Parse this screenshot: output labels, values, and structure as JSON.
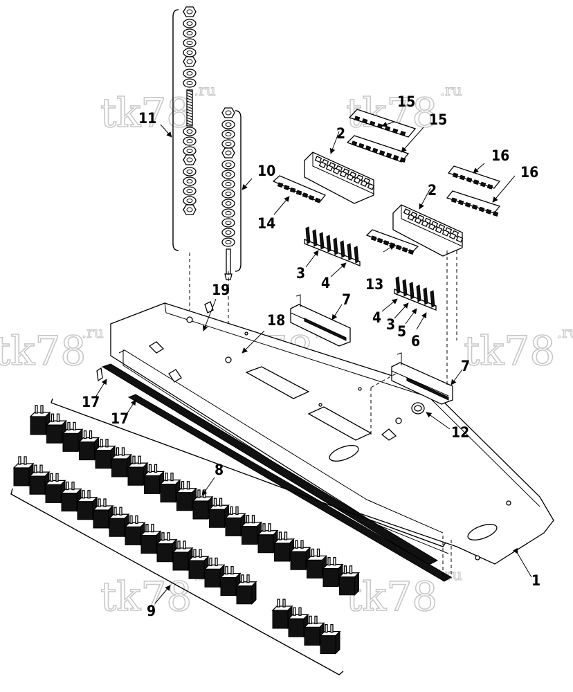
{
  "diagram": {
    "callouts": {
      "c1": "1",
      "c2a": "2",
      "c2b": "2",
      "c3a": "3",
      "c3b": "3",
      "c4a": "4",
      "c4b": "4",
      "c5": "5",
      "c6": "6",
      "c7a": "7",
      "c7b": "7",
      "c8": "8",
      "c9": "9",
      "c10": "10",
      "c11": "11",
      "c12": "12",
      "c13": "13",
      "c14": "14",
      "c15a": "15",
      "c15b": "15",
      "c16a": "16",
      "c16b": "16",
      "c17a": "17",
      "c17b": "17",
      "c18": "18",
      "c19": "19"
    },
    "watermark": {
      "text": "tk78",
      "suffix": ".ru"
    }
  }
}
